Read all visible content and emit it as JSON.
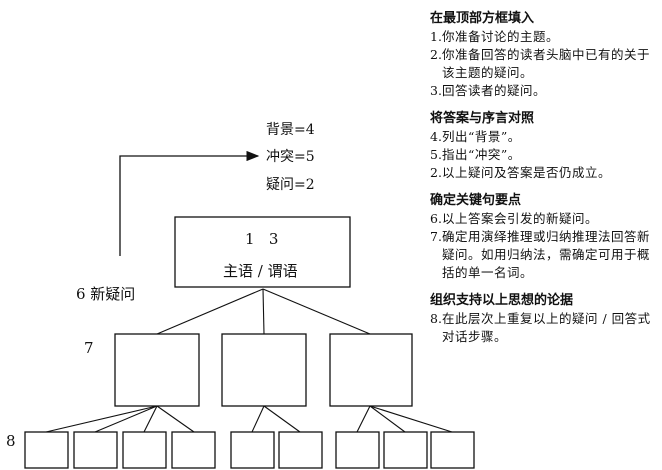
{
  "diagram": {
    "tags": [
      "背景=4",
      "冲突=5",
      "疑问=2"
    ],
    "top_box": {
      "numbers": "1   3",
      "text": "主语 / 谓语"
    },
    "level_labels": {
      "new_question": "6 新疑问",
      "level7": "7",
      "level8": "8"
    }
  },
  "instructions": [
    {
      "title": "在最顶部方框填入",
      "steps": [
        {
          "num": "1.",
          "text": "你准备讨论的主题。"
        },
        {
          "num": "2.",
          "text": "你准备回答的读者头脑中已有的关于该主题的疑问。"
        },
        {
          "num": "3.",
          "text": "回答读者的疑问。"
        }
      ]
    },
    {
      "title": "将答案与序言对照",
      "steps": [
        {
          "num": "4.",
          "text": "列出“背景”。"
        },
        {
          "num": "5.",
          "text": "指出“冲突”。"
        },
        {
          "num": "2.",
          "text": "以上疑问及答案是否仍成立。"
        }
      ]
    },
    {
      "title": "确定关键句要点",
      "steps": [
        {
          "num": "6.",
          "text": "以上答案会引发的新疑问。"
        },
        {
          "num": "7.",
          "text": "确定用演绎推理或归纳推理法回答新疑问。如用归纳法，需确定可用于概括的单一名词。"
        }
      ]
    },
    {
      "title": "组织支持以上思想的论据",
      "steps": [
        {
          "num": "8.",
          "text": "在此层次上重复以上的疑问 / 回答式对话步骤。"
        }
      ]
    }
  ]
}
